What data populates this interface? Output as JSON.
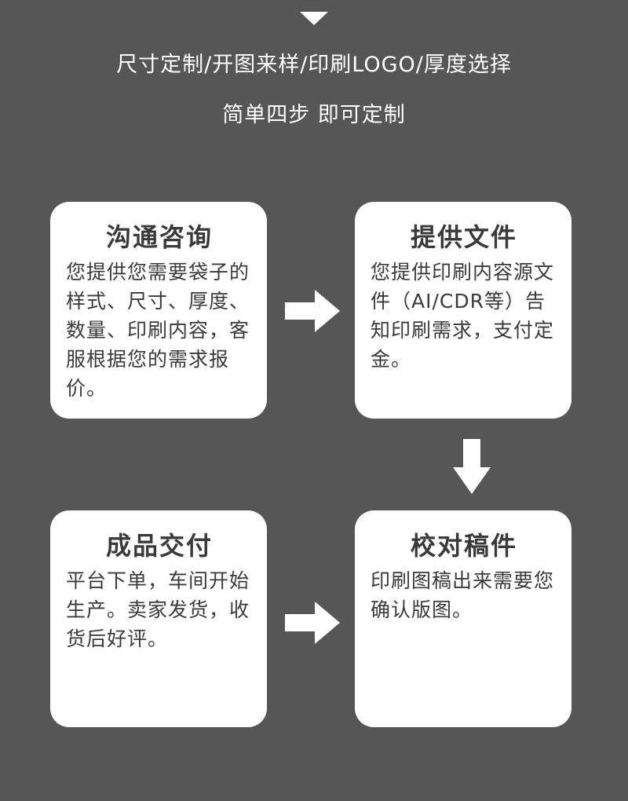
{
  "header": {
    "line1": "尺寸定制/开图来样/印刷LOGO/厚度选择",
    "line2": "简单四步 即可定制"
  },
  "steps": [
    {
      "title": "沟通咨询",
      "body": "您提供您需要袋子的样式、尺寸、厚度、数量、印刷内容，客服根据您的需求报价。"
    },
    {
      "title": "提供文件",
      "body": "您提供印刷内容源文件（AI/CDR等）告知印刷需求，支付定金。"
    },
    {
      "title": "成品交付",
      "body": "平台下单，车间开始生产。卖家发货，收货后好评。"
    },
    {
      "title": "校对稿件",
      "body": "印刷图稿出来需要您确认版图。"
    }
  ],
  "colors": {
    "background": "#565656",
    "card": "#ffffff",
    "text": "#3a3a3a",
    "arrow": "#ffffff"
  },
  "icons": {
    "top": "triangle-down-icon",
    "flow_right": "arrow-right-icon",
    "flow_down": "arrow-down-icon"
  }
}
